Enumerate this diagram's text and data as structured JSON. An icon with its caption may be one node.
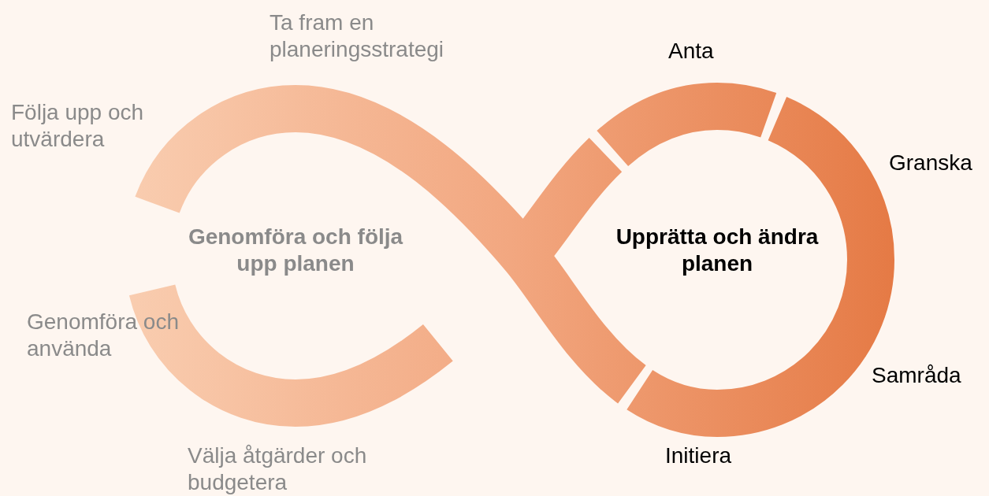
{
  "diagram": {
    "nodes": [
      {
        "text": [
          "Genomföra och följa upp planen"
        ]
      },
      {
        "text": [
          "Upprätta och ändra planen"
        ]
      }
    ],
    "labels": [
      "Ta fram en planeringsstrategi",
      "Anta",
      "Följa upp och utvärdera",
      "Granska",
      "Samråda",
      "Genomföra och använda",
      "Initiera",
      "Välja åtgärder och budgetera"
    ]
  }
}
